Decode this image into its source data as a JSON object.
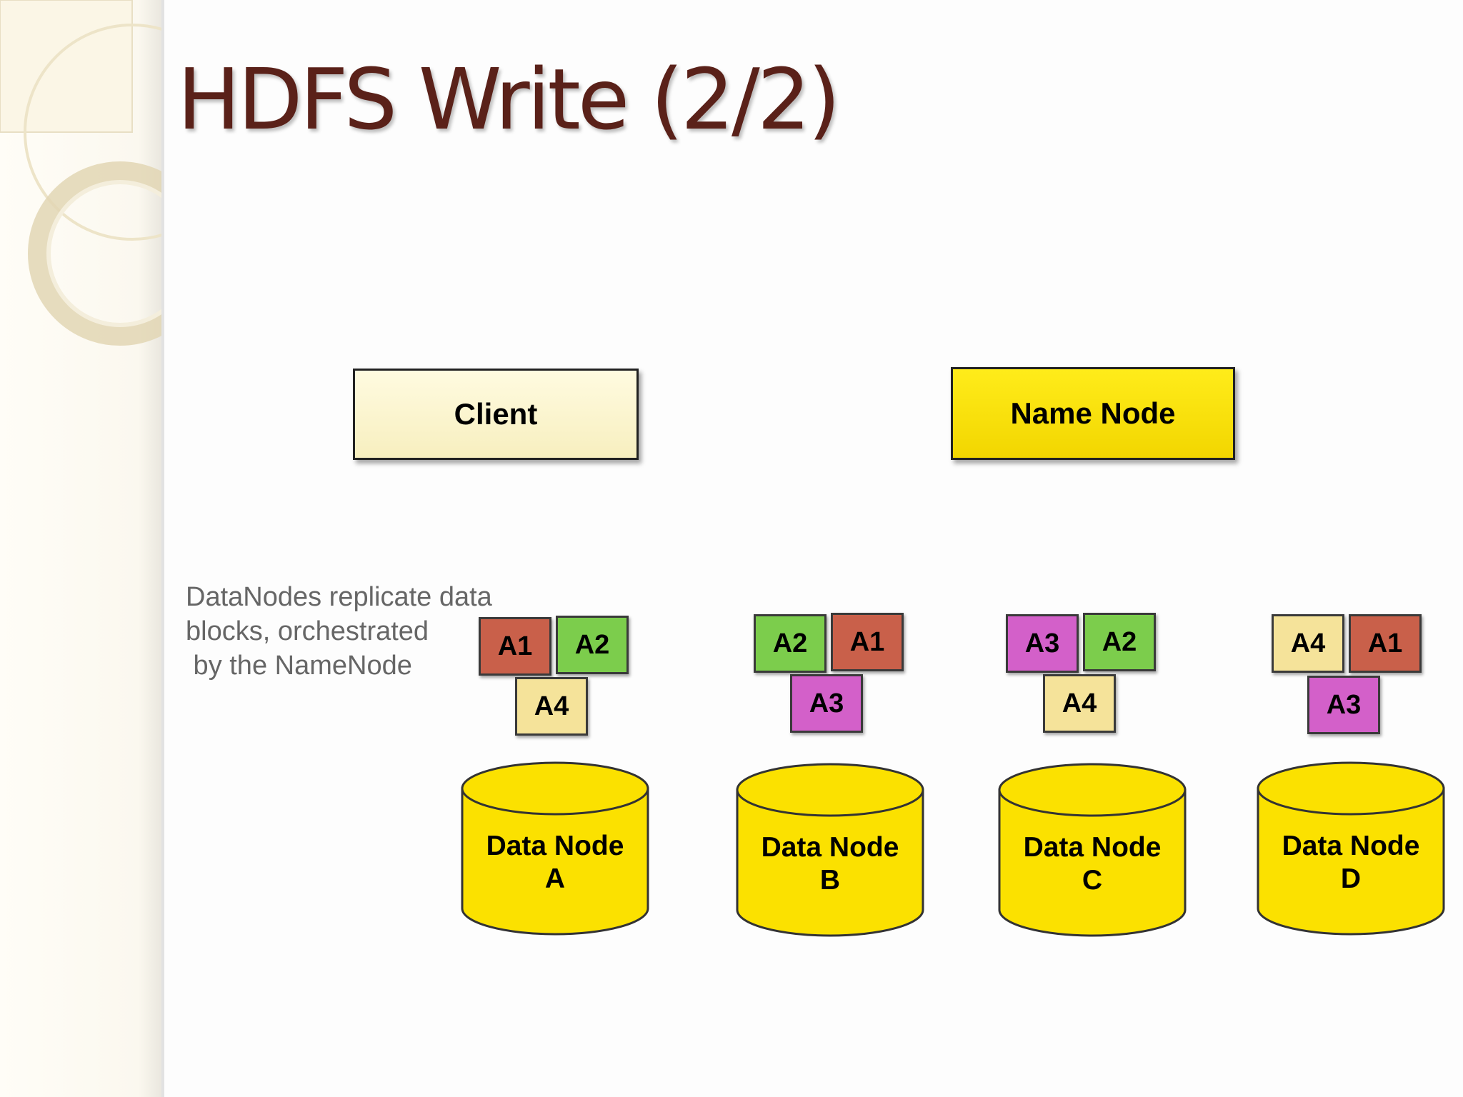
{
  "title": "HDFS Write  (2/2)",
  "client_label": "Client",
  "namenode_label": "Name Node",
  "caption": [
    "DataNodes replicate data",
    "blocks, orchestrated",
    " by the NameNode"
  ],
  "colors": {
    "A1": "#c9604a",
    "A2": "#7ccd4c",
    "A3": "#d360c9",
    "A4": "#f5e39a",
    "cylinder": "#fbe100",
    "title": "#5a2119"
  },
  "data_nodes": [
    {
      "name": "Data Node",
      "id": "A",
      "blocks": [
        "A1",
        "A2",
        "A4"
      ]
    },
    {
      "name": "Data Node",
      "id": "B",
      "blocks": [
        "A2",
        "A1",
        "A3"
      ]
    },
    {
      "name": "Data Node",
      "id": "C",
      "blocks": [
        "A3",
        "A2",
        "A4"
      ]
    },
    {
      "name": "Data Node",
      "id": "D",
      "blocks": [
        "A4",
        "A1",
        "A3"
      ]
    }
  ]
}
